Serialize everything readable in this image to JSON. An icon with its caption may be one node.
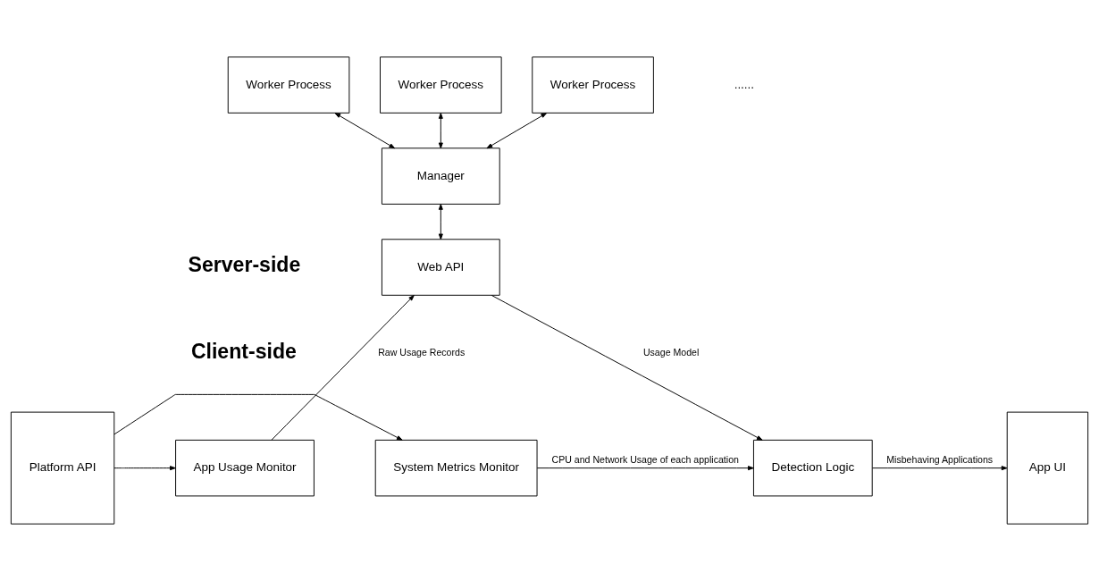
{
  "diagram": {
    "nodes": [
      {
        "text": [
          "Worker Process"
        ]
      },
      {
        "text": [
          "Worker Process"
        ]
      },
      {
        "text": [
          "Worker Process"
        ]
      },
      {
        "text": [
          "Manager"
        ]
      },
      {
        "text": [
          "Web API"
        ]
      },
      {
        "text": [
          "Platform API"
        ]
      },
      {
        "text": [
          "App Usage Monitor"
        ]
      },
      {
        "text": [
          "System Metrics Monitor"
        ]
      },
      {
        "text": [
          "Detection Logic"
        ]
      },
      {
        "text": [
          "App UI"
        ]
      }
    ],
    "edges": [
      {
        "from": 3,
        "to": 0,
        "arrow": "both"
      },
      {
        "from": 3,
        "to": 1,
        "arrow": "both"
      },
      {
        "from": 3,
        "to": 2,
        "arrow": "both"
      },
      {
        "from": 3,
        "to": 4,
        "arrow": "both"
      },
      {
        "from": 6,
        "to": 4,
        "arrow": "to",
        "label": "Raw Usage Records"
      },
      {
        "from": 4,
        "to": 8,
        "arrow": "to",
        "label": "Usage Model"
      },
      {
        "from": 5,
        "to": 6,
        "arrow": "to"
      },
      {
        "from": 5,
        "to": 7,
        "arrow": "to"
      },
      {
        "from": 7,
        "to": 8,
        "arrow": "to",
        "label": "CPU and Network Usage of each application"
      },
      {
        "from": 8,
        "to": 9,
        "arrow": "to",
        "label": "Misbehaving Applications"
      }
    ],
    "labels": [
      "......",
      "Server-side",
      "Client-side"
    ]
  }
}
